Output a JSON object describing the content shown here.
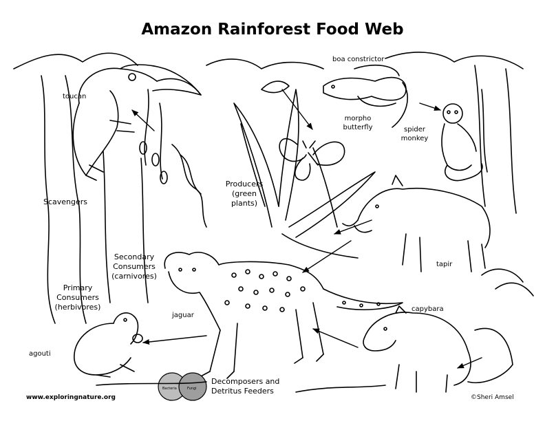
{
  "title": "Amazon Rainforest Food Web",
  "labels": {
    "toucan": "toucan",
    "boa": "boa constrictor",
    "morpho_1": "morpho",
    "morpho_2": "butterfly",
    "spider_1": "spider",
    "spider_2": "monkey",
    "scavengers": "Scavengers",
    "producers_1": "Producers",
    "producers_2": "(green",
    "producers_3": "plants)",
    "tapir": "tapir",
    "secondary_1": "Secondary",
    "secondary_2": "Consumers",
    "secondary_3": "(carnivores)",
    "primary_1": "Primary",
    "primary_2": "Consumers",
    "primary_3": "(herbivores)",
    "jaguar": "jaguar",
    "capybara": "capybara",
    "agouti": "agouti",
    "decomposers_1": "Decomposers and",
    "decomposers_2": "Detritus Feeders",
    "bacteria": "Bacteria",
    "fungi": "Fungi"
  },
  "footer": {
    "website": "www.exploringnature.org",
    "copyright": "©Sheri Amsel"
  }
}
